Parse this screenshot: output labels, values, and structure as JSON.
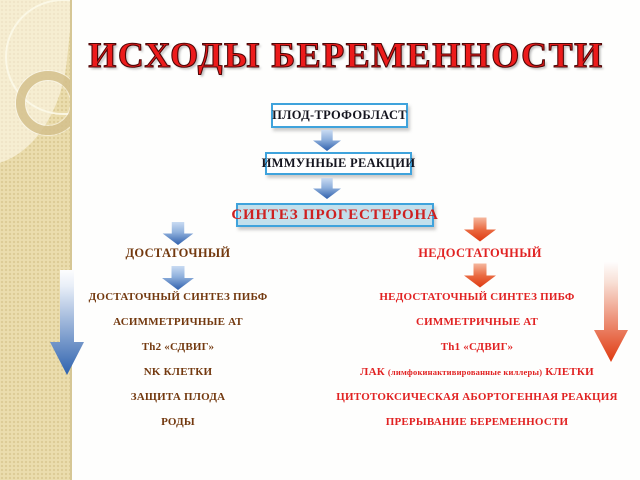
{
  "slide": {
    "title": "ИСХОДЫ БЕРЕМЕННОСТИ"
  },
  "flow": {
    "box_fetus": "ПЛОД-ТРОФОБЛАСТ",
    "box_immune": "ИММУННЫЕ РЕАКЦИИ",
    "box_progesterone": "СИНТЕЗ ПРОГЕСТЕРОНА"
  },
  "left_branch": {
    "header": "ДОСТАТОЧНЫЙ",
    "items": [
      "ДОСТАТОЧНЫЙ СИНТЕЗ ПИБФ",
      "АСИММЕТРИЧНЫЕ АТ",
      "Th2 «СДВИГ»",
      "NK КЛЕТКИ",
      "ЗАЩИТА ПЛОДА",
      "РОДЫ"
    ]
  },
  "right_branch": {
    "header": "НЕДОСТАТОЧНЫЙ",
    "items": [
      "НЕДОСТАТОЧНЫЙ СИНТЕЗ ПИБФ",
      "СИММЕТРИЧНЫЕ АТ",
      "Th1 «СДВИГ»"
    ],
    "lak_line": {
      "main_start": "ЛАК ",
      "detail": "(лимфокинактивированные киллеры)",
      "main_end": " КЛЕТКИ"
    },
    "items_after": [
      "ЦИТОТОКСИЧЕСКАЯ АБОРТОГЕННАЯ РЕАКЦИЯ",
      "ПРЕРЫВАНИЕ БЕРЕМЕННОСТИ"
    ]
  },
  "colors": {
    "title_red": "#EC1B1B",
    "box_border_blue": "#3FA3DC",
    "progesterone_bg": "#C2E0EC",
    "progesterone_text": "#CE2020",
    "sufficient_brown": "#73390F",
    "insufficient_red": "#E12222",
    "arrow_blue_dark": "#2F5FAC",
    "arrow_red_dark": "#DE3A12",
    "sidebar_beige": "#EBDDAE"
  }
}
